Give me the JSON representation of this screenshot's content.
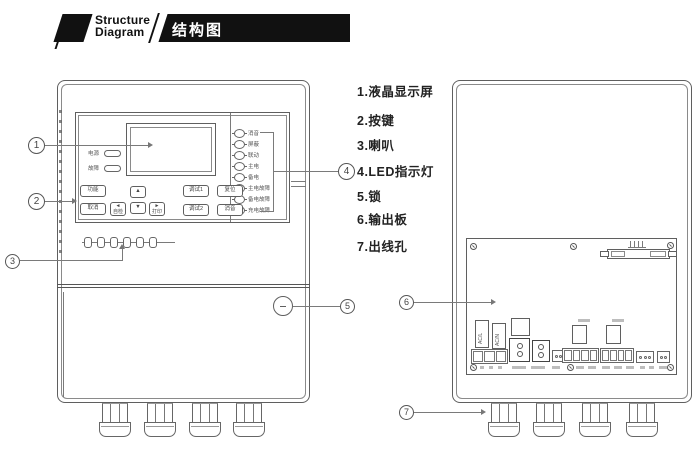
{
  "header": {
    "title_en_line1": "Structure",
    "title_en_line2": "Diagram",
    "title_zh": "结构图"
  },
  "legend": {
    "items": [
      "1.液晶显示屏",
      "2.按键",
      "3.喇叭",
      "4.LED指示灯",
      "5.锁",
      "6.输出板",
      "7.出线孔"
    ]
  },
  "callouts": [
    "1",
    "2",
    "3",
    "4",
    "5",
    "6",
    "7"
  ],
  "front_panel": {
    "status_lights": [
      {
        "label": "电源"
      },
      {
        "label": "故障"
      }
    ],
    "led_labels": [
      "消音",
      "屏蔽",
      "联动",
      "主电",
      "备电",
      "主电故障",
      "备电故障",
      "充电故障"
    ],
    "buttons": {
      "fn": "功能",
      "cancel": "取消",
      "up": "▲",
      "down": "▼",
      "left_arrow": "◄",
      "left_sub": "自检",
      "right_arrow": "►",
      "right_sub": "打印",
      "test1": "调试1",
      "test2": "调试2",
      "reset": "复位",
      "mute": "消音"
    }
  },
  "back_panel": {
    "fuse_left": "AC/L",
    "fuse_right": "AC/N"
  },
  "colors": {
    "line": "#5f5f5f",
    "banner": "#111111"
  }
}
